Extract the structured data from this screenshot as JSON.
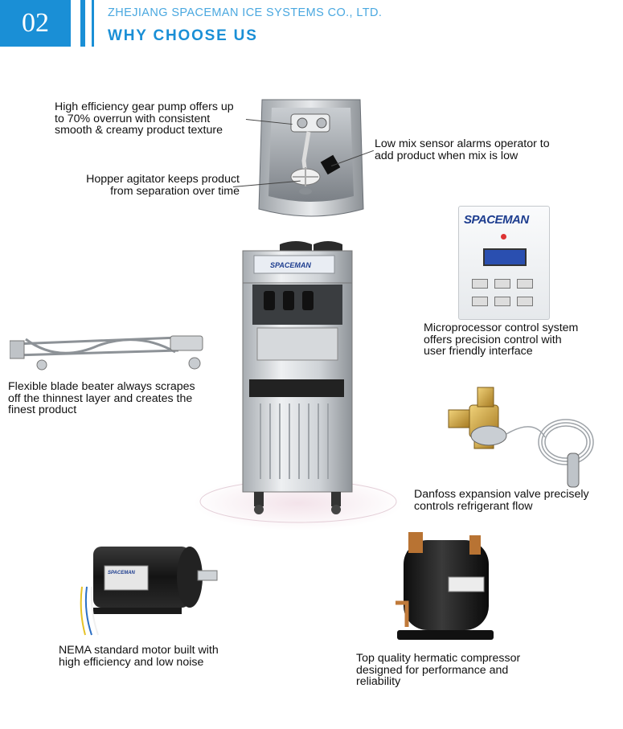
{
  "header": {
    "number": "02",
    "company": "ZHEJIANG SPACEMAN ICE SYSTEMS CO., LTD.",
    "section_title": "WHY CHOOSE US",
    "brand_color": "#1a8fd6"
  },
  "features": {
    "gear_pump": [
      "High efficiency gear pump offers up",
      "to 70% overrun with consistent",
      "smooth & creamy product texture"
    ],
    "agitator": [
      "Hopper agitator keeps product",
      "from separation over time"
    ],
    "low_mix": [
      "Low mix sensor alarms operator to",
      "add product when mix is low"
    ],
    "microprocessor": [
      "Microprocessor control system",
      "offers precision control with",
      "user friendly interface"
    ],
    "beater": [
      "Flexible blade beater always scrapes",
      "off the thinnest layer and creates the",
      "finest product"
    ],
    "valve": [
      "Danfoss expansion valve precisely",
      "controls refrigerant flow"
    ],
    "motor": [
      "NEMA standard motor built with",
      "high efficiency and low noise"
    ],
    "compressor": [
      "Top quality hermatic compressor",
      "designed for performance and",
      "reliability"
    ]
  },
  "images": {
    "control_panel_brand": "SPACEMAN",
    "machine_brand": "SPACEMAN",
    "motor_brand": "SPACEMAN"
  }
}
